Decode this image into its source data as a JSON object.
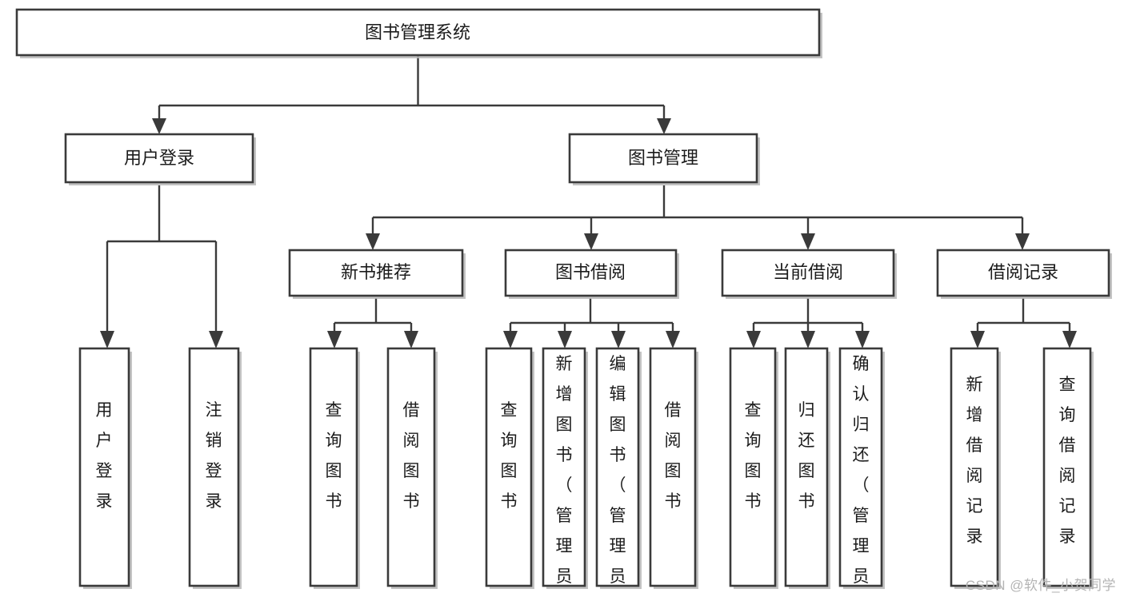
{
  "diagram": {
    "title": "图书管理系统",
    "type": "tree",
    "watermark": "CSDN @软件_小贺同学",
    "colors": {
      "box_stroke": "#3a3a3a",
      "box_fill": "#ffffff",
      "text": "#1b1b1b",
      "connector": "#3a3a3a",
      "watermark": "#b4b4b4",
      "background": "#ffffff"
    },
    "nodes": {
      "root": {
        "label": "图书管理系统",
        "level": 1,
        "orientation": "horizontal"
      },
      "l2_user_login": {
        "label": "用户登录",
        "level": 2,
        "orientation": "horizontal"
      },
      "l2_book_manage": {
        "label": "图书管理",
        "level": 2,
        "orientation": "horizontal"
      },
      "l3_new_book_rec": {
        "label": "新书推荐",
        "level": 3,
        "orientation": "horizontal"
      },
      "l3_book_borrow": {
        "label": "图书借阅",
        "level": 3,
        "orientation": "horizontal"
      },
      "l3_current_borrow": {
        "label": "当前借阅",
        "level": 3,
        "orientation": "horizontal"
      },
      "l3_borrow_record": {
        "label": "借阅记录",
        "level": 3,
        "orientation": "horizontal"
      },
      "leaf_user_login": {
        "label": "用户登录",
        "level": 4,
        "orientation": "vertical"
      },
      "leaf_logout": {
        "label": "注销登录",
        "level": 4,
        "orientation": "vertical"
      },
      "leaf_query_book_a": {
        "label": "查询图书",
        "level": 4,
        "orientation": "vertical"
      },
      "leaf_borrow_book_a": {
        "label": "借阅图书",
        "level": 4,
        "orientation": "vertical"
      },
      "leaf_query_book_b": {
        "label": "查询图书",
        "level": 4,
        "orientation": "vertical"
      },
      "leaf_add_book": {
        "label": "新增图书（管理员）",
        "level": 4,
        "orientation": "vertical"
      },
      "leaf_edit_book": {
        "label": "编辑图书（管理员）",
        "level": 4,
        "orientation": "vertical"
      },
      "leaf_borrow_book_b": {
        "label": "借阅图书",
        "level": 4,
        "orientation": "vertical"
      },
      "leaf_query_book_c": {
        "label": "查询图书",
        "level": 4,
        "orientation": "vertical"
      },
      "leaf_return_book": {
        "label": "归还图书",
        "level": 4,
        "orientation": "vertical"
      },
      "leaf_confirm_return": {
        "label": "确认归还（管理员）",
        "level": 4,
        "orientation": "vertical"
      },
      "leaf_add_record": {
        "label": "新增借阅记录",
        "level": 4,
        "orientation": "vertical"
      },
      "leaf_query_record": {
        "label": "查询借阅记录",
        "level": 4,
        "orientation": "vertical"
      }
    },
    "edges": [
      {
        "from": "root",
        "to": "l2_user_login"
      },
      {
        "from": "root",
        "to": "l2_book_manage"
      },
      {
        "from": "l2_user_login",
        "to": "leaf_user_login"
      },
      {
        "from": "l2_user_login",
        "to": "leaf_logout"
      },
      {
        "from": "l2_book_manage",
        "to": "l3_new_book_rec"
      },
      {
        "from": "l2_book_manage",
        "to": "l3_book_borrow"
      },
      {
        "from": "l2_book_manage",
        "to": "l3_current_borrow"
      },
      {
        "from": "l2_book_manage",
        "to": "l3_borrow_record"
      },
      {
        "from": "l3_new_book_rec",
        "to": "leaf_query_book_a"
      },
      {
        "from": "l3_new_book_rec",
        "to": "leaf_borrow_book_a"
      },
      {
        "from": "l3_book_borrow",
        "to": "leaf_query_book_b"
      },
      {
        "from": "l3_book_borrow",
        "to": "leaf_add_book"
      },
      {
        "from": "l3_book_borrow",
        "to": "leaf_edit_book"
      },
      {
        "from": "l3_book_borrow",
        "to": "leaf_borrow_book_b"
      },
      {
        "from": "l3_current_borrow",
        "to": "leaf_query_book_c"
      },
      {
        "from": "l3_current_borrow",
        "to": "leaf_return_book"
      },
      {
        "from": "l3_current_borrow",
        "to": "leaf_confirm_return"
      },
      {
        "from": "l3_borrow_record",
        "to": "leaf_add_record"
      },
      {
        "from": "l3_borrow_record",
        "to": "leaf_query_record"
      }
    ]
  }
}
